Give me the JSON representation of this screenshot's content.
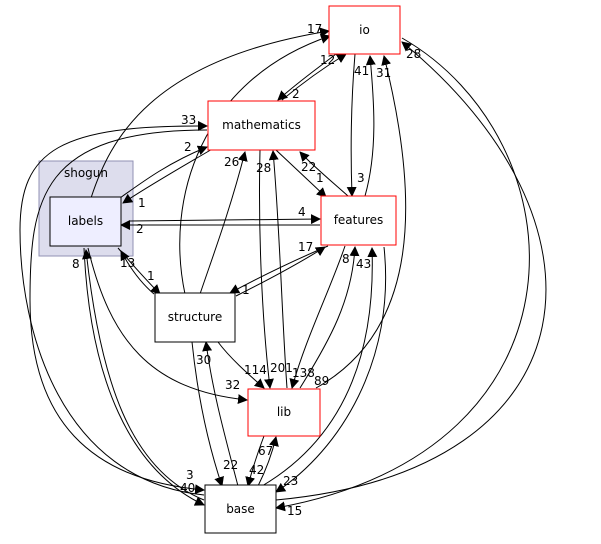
{
  "cluster": {
    "label": "shogun"
  },
  "nodes": {
    "io": "io",
    "mathematics": "mathematics",
    "labels": "labels",
    "features": "features",
    "structure": "structure",
    "lib": "lib",
    "base": "base"
  },
  "edge_labels": {
    "l17": "17",
    "l12": "12",
    "l28a": "28",
    "l2a": "2",
    "l41": "41",
    "l31": "31",
    "l33": "33",
    "l2b": "2",
    "l26": "26",
    "l28b": "28",
    "l22a": "22",
    "l3a": "3",
    "l1a": "1",
    "l1b": "1",
    "l4": "4",
    "l2c": "2",
    "l17b": "17",
    "l13": "13",
    "l8a": "8",
    "l1c": "1",
    "l1d": "1",
    "l8b": "8",
    "l43": "43",
    "l30": "30",
    "l114": "114",
    "l201": "201",
    "l138": "138",
    "l89": "89",
    "l32": "32",
    "l67": "67",
    "l22b": "22",
    "l42": "42",
    "l3b": "3",
    "l40": "40",
    "l23": "23",
    "l15": "15"
  },
  "colors": {
    "cluster_fill": "#dddded",
    "cluster_stroke": "#9191b4",
    "labels_fill": "#eeeeff",
    "red_stroke": "#ff0000",
    "black": "#000000"
  }
}
